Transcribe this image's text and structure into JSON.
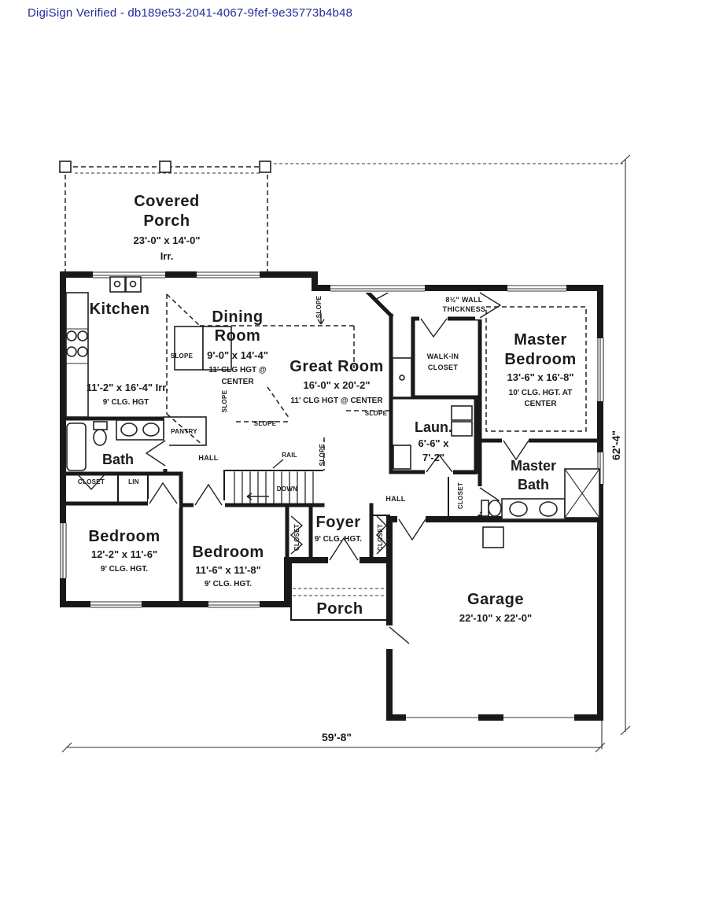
{
  "header": {
    "verified_text": "DigiSign Verified - db189e53-2041-4067-9fef-9e35773b4b48",
    "color": "#2b2b9e"
  },
  "rooms": {
    "covered_porch": {
      "name_line1": "Covered",
      "name_line2": "Porch",
      "dims": "23'-0\" x 14'-0\"",
      "note": "Irr."
    },
    "kitchen": {
      "name": "Kitchen",
      "dims": "11'-2\" x 16'-4\" Irr.",
      "ceiling": "9' CLG. HGT"
    },
    "dining_room": {
      "name_line1": "Dining",
      "name_line2": "Room",
      "dims": "9'-0\" x 14'-4\"",
      "ceiling_line1": "11' CLG HGT @",
      "ceiling_line2": "CENTER"
    },
    "great_room": {
      "name": "Great Room",
      "dims": "16'-0\" x 20'-2\"",
      "ceiling": "11' CLG HGT @ CENTER"
    },
    "master_bedroom": {
      "name_line1": "Master",
      "name_line2": "Bedroom",
      "dims": "13'-6\" x 16'-8\"",
      "ceiling_line1": "10' CLG. HGT. AT",
      "ceiling_line2": "CENTER"
    },
    "master_bath": {
      "name_line1": "Master",
      "name_line2": "Bath"
    },
    "walk_in_closet": {
      "name_line1": "WALK-IN",
      "name_line2": "CLOSET"
    },
    "laundry": {
      "name": "Laun.",
      "dims_line1": "6'-6\" x",
      "dims_line2": "7'-2\""
    },
    "bath": {
      "name": "Bath"
    },
    "bedroom_left": {
      "name": "Bedroom",
      "dims": "12'-2\" x 11'-6\"",
      "ceiling": "9' CLG. HGT."
    },
    "bedroom_middle": {
      "name": "Bedroom",
      "dims": "11'-6\" x 11'-8\"",
      "ceiling": "9' CLG. HGT."
    },
    "foyer": {
      "name": "Foyer",
      "ceiling": "9' CLG. HGT."
    },
    "garage": {
      "name": "Garage",
      "dims": "22'-10\" x 22'-0\""
    },
    "porch": {
      "name": "Porch"
    }
  },
  "annotations": {
    "wall_thickness_line1": "8½\" WALL",
    "wall_thickness_line2": "THICKNESS",
    "pantry": "PANTRY",
    "hall": "HALL",
    "closet": "CLOSET",
    "lin": "LIN",
    "slope": "SLOPE",
    "rail": "RAIL",
    "down": "DOWN"
  },
  "dimensions": {
    "overall_width": "59'-8\"",
    "overall_height": "62'-4\""
  }
}
